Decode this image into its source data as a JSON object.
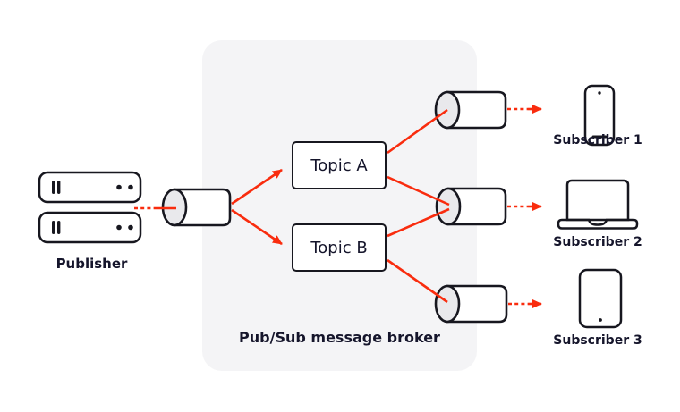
{
  "diagram": {
    "broker_label": "Pub/Sub message broker",
    "publisher": {
      "label": "Publisher",
      "icon": "server-stack-icon"
    },
    "input_queue": {
      "icon": "pipe-icon"
    },
    "topics": [
      {
        "label": "Topic A"
      },
      {
        "label": "Topic B"
      }
    ],
    "output_queues": [
      {
        "icon": "pipe-icon"
      },
      {
        "icon": "pipe-icon"
      },
      {
        "icon": "pipe-icon"
      }
    ],
    "subscribers": [
      {
        "label": "Subscriber 1",
        "icon": "smartphone-icon"
      },
      {
        "label": "Subscriber 2",
        "icon": "laptop-icon"
      },
      {
        "label": "Subscriber 3",
        "icon": "tablet-icon"
      }
    ],
    "colors": {
      "arrow": "#f92c0e",
      "panel": "#f4f4f6",
      "outline": "#17171f",
      "text": "#15152b",
      "cylinder_end": "#e9e9ec"
    }
  }
}
